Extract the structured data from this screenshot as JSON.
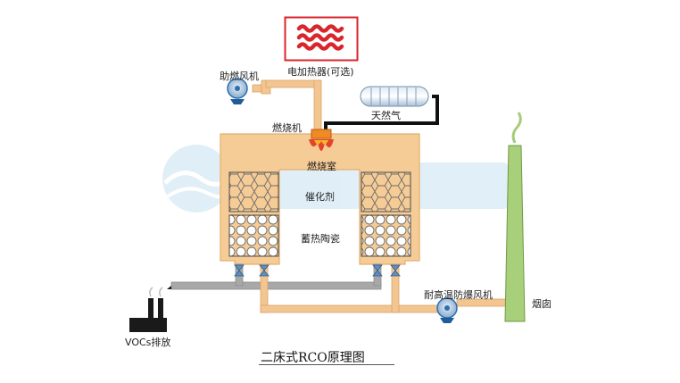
{
  "title": "二床式RCO原理图",
  "labels": {
    "heater": "电加热器(可选)",
    "comb_fan": "助燃风机",
    "gas": "天然气",
    "burner": "燃烧机",
    "chamber": "燃烧室",
    "catalyst": "催化剂",
    "ceramic": "蓄热陶瓷",
    "exhaust_fan": "耐高温防爆风机",
    "chimney": "烟囱",
    "vocs": "VOCs排放"
  },
  "colors": {
    "chamber": "#f6cc96",
    "chamber_stroke": "#e4ae6c",
    "pipe": "#f3c591",
    "inlet_pipe": "#a8a8a8",
    "chimney": "#a8cf7a",
    "heater_frame": "#d9262c",
    "fan": "#2b6fb0",
    "gas_line": "#111111"
  },
  "icons": [
    "heater-icon",
    "fan-icon",
    "gas-tank-icon",
    "burner-flame-icon",
    "valve-icon",
    "factory-icon",
    "chimney-icon"
  ]
}
